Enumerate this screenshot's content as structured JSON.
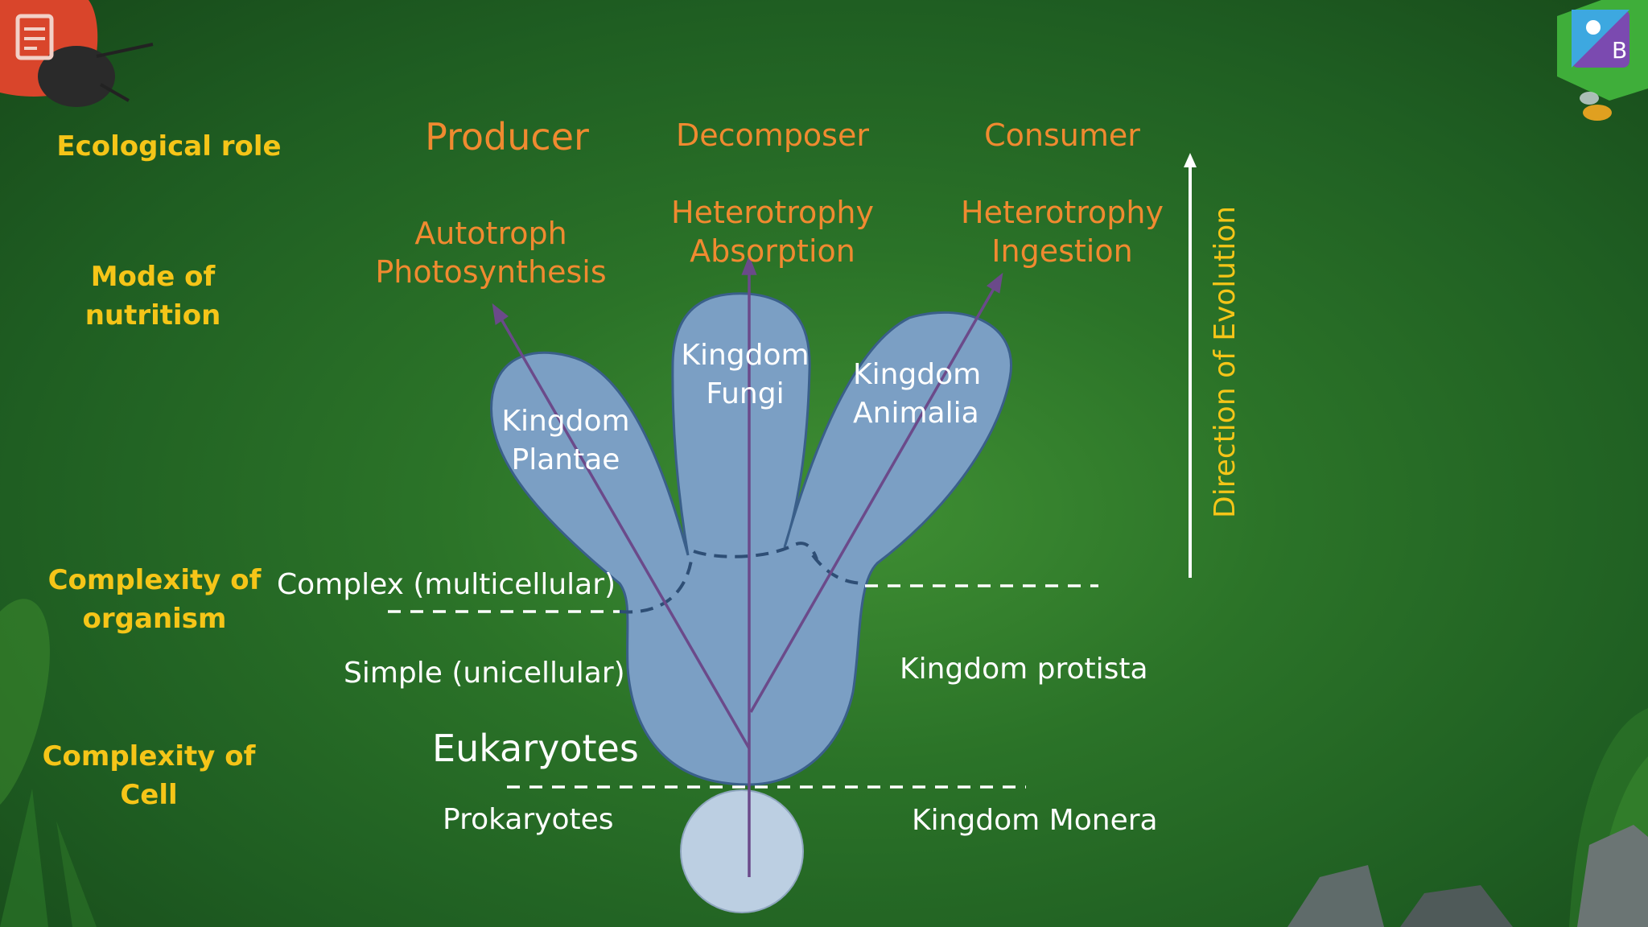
{
  "rows": {
    "ecological_role": "Ecological role",
    "mode_of_nutrition": [
      "Mode of",
      "nutrition"
    ],
    "complexity_of_organism": [
      "Complexity of",
      "organism"
    ],
    "complexity_of_cell": [
      "Complexity of",
      "Cell"
    ]
  },
  "roles": {
    "producer": "Producer",
    "decomposer": "Decomposer",
    "consumer": "Consumer"
  },
  "nutrition": {
    "producer": [
      "Autotroph",
      "Photosynthesis"
    ],
    "decomposer": [
      "Heterotrophy",
      "Absorption"
    ],
    "consumer": [
      "Heterotrophy",
      "Ingestion"
    ]
  },
  "kingdoms": {
    "plantae": [
      "Kingdom",
      "Plantae"
    ],
    "fungi": [
      "Kingdom",
      "Fungi"
    ],
    "animalia": [
      "Kingdom",
      "Animalia"
    ],
    "protista": "Kingdom protista",
    "monera": "Kingdom Monera"
  },
  "levels": {
    "complex": "Complex (multicellular)",
    "simple": "Simple (unicellular)",
    "eukaryotes": "Eukaryotes",
    "prokaryotes": "Prokaryotes"
  },
  "evolution_axis": "Direction of Evolution",
  "colors": {
    "label_yellow": "#f5c518",
    "nutrition_orange": "#f08a30",
    "blob_fill": "#7b9fc4",
    "prokaryote_fill": "#bccfe2",
    "arrow_purple": "#6b4a8a"
  },
  "icons": {
    "top_left": "notes-icon",
    "top_right": "app-logo-icon"
  }
}
